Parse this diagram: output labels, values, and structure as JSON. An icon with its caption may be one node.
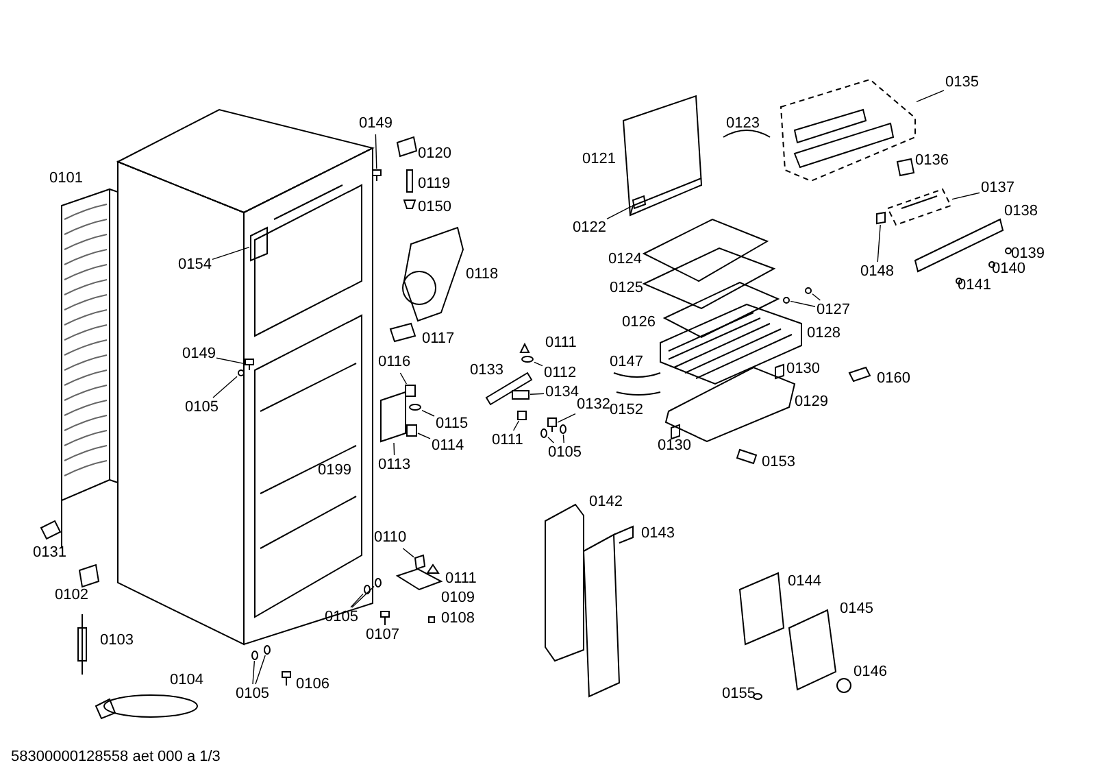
{
  "diagram": {
    "caption": "58300000128558 aet 000 a 1/3",
    "nodes": [
      {
        "text": [
          "0135"
        ]
      },
      {
        "text": [
          "0149"
        ]
      },
      {
        "text": [
          "0137"
        ]
      },
      {
        "text": [
          "0122"
        ]
      },
      {
        "text": [
          "0154"
        ]
      },
      {
        "text": [
          "0148"
        ]
      },
      {
        "text": [
          "0127"
        ]
      },
      {
        "text": [
          "0149"
        ]
      },
      {
        "text": [
          "0112"
        ]
      },
      {
        "text": [
          "0116"
        ]
      },
      {
        "text": [
          "0134"
        ]
      },
      {
        "text": [
          "0132"
        ]
      },
      {
        "text": [
          "0115"
        ]
      },
      {
        "text": [
          "0105"
        ]
      },
      {
        "text": [
          "0111"
        ]
      },
      {
        "text": [
          "0114"
        ]
      },
      {
        "text": [
          "0105"
        ]
      },
      {
        "text": [
          "0113"
        ]
      },
      {
        "text": [
          "0110"
        ]
      },
      {
        "text": [
          "0105"
        ]
      },
      {
        "text": [
          "0105"
        ]
      },
      {
        "text": [],
        "shape": "box"
      },
      {
        "text": [],
        "shape": "box"
      },
      {
        "text": [],
        "shape": "box"
      },
      {
        "text": [],
        "shape": "box"
      },
      {
        "text": [],
        "shape": "box"
      },
      {
        "text": [],
        "shape": "box"
      },
      {
        "text": [],
        "shape": "circle"
      },
      {
        "text": [],
        "shape": "circle"
      },
      {
        "text": [],
        "shape": "box"
      },
      {
        "text": [],
        "shape": "circle"
      },
      {
        "text": [],
        "shape": "box"
      },
      {
        "text": [],
        "shape": "box"
      },
      {
        "text": [],
        "shape": "box"
      },
      {
        "text": [],
        "shape": "circle"
      },
      {
        "text": [],
        "shape": "circle"
      },
      {
        "text": [],
        "shape": "box"
      },
      {
        "text": [],
        "shape": "box"
      },
      {
        "text": [],
        "shape": "circle"
      },
      {
        "text": [],
        "shape": "circle"
      },
      {
        "text": [],
        "shape": "box"
      },
      {
        "text": [],
        "shape": "box"
      },
      {
        "text": [],
        "shape": "circle"
      },
      {
        "text": [],
        "shape": "circle"
      },
      {
        "text": [],
        "shape": "circle"
      },
      {
        "text": [],
        "shape": "circle"
      }
    ],
    "edges": [
      {
        "from": 0,
        "to": 21,
        "arrow": "none"
      },
      {
        "from": 1,
        "to": 22,
        "arrow": "none"
      },
      {
        "from": 2,
        "to": 23,
        "arrow": "none"
      },
      {
        "from": 3,
        "to": 24,
        "arrow": "none"
      },
      {
        "from": 4,
        "to": 25,
        "arrow": "none"
      },
      {
        "from": 5,
        "to": 26,
        "arrow": "none"
      },
      {
        "from": 6,
        "to": 27,
        "arrow": "none"
      },
      {
        "from": 6,
        "to": 28,
        "arrow": "none"
      },
      {
        "from": 7,
        "to": 29,
        "arrow": "none"
      },
      {
        "from": 8,
        "to": 30,
        "arrow": "none"
      },
      {
        "from": 9,
        "to": 31,
        "arrow": "none"
      },
      {
        "from": 10,
        "to": 32,
        "arrow": "none"
      },
      {
        "from": 11,
        "to": 33,
        "arrow": "none"
      },
      {
        "from": 12,
        "to": 34,
        "arrow": "none"
      },
      {
        "from": 13,
        "to": 35,
        "arrow": "none"
      },
      {
        "from": 14,
        "to": 36,
        "arrow": "none"
      },
      {
        "from": 15,
        "to": 37,
        "arrow": "none"
      },
      {
        "from": 16,
        "to": 38,
        "arrow": "none"
      },
      {
        "from": 16,
        "to": 39,
        "arrow": "none"
      },
      {
        "from": 17,
        "to": 40,
        "arrow": "none"
      },
      {
        "from": 18,
        "to": 41,
        "arrow": "none"
      },
      {
        "from": 19,
        "to": 42,
        "arrow": "none"
      },
      {
        "from": 19,
        "to": 43,
        "arrow": "none"
      },
      {
        "from": 20,
        "to": 44,
        "arrow": "none"
      },
      {
        "from": 20,
        "to": 45,
        "arrow": "none"
      }
    ],
    "labels": [
      "0101",
      "0120",
      "0119",
      "0150",
      "0121",
      "0123",
      "0136",
      "0138",
      "0118",
      "0124",
      "0125",
      "0139",
      "0140",
      "0141",
      "0126",
      "0128",
      "0117",
      "0111",
      "0133",
      "0147",
      "0130",
      "0160",
      "0152",
      "0129",
      "0130",
      "0199",
      "0153",
      "0142",
      "0143",
      "0131",
      "0102",
      "0111",
      "0109",
      "0108",
      "0107",
      "0144",
      "0145",
      "0103",
      "0104",
      "0106",
      "0146",
      "0155"
    ]
  }
}
